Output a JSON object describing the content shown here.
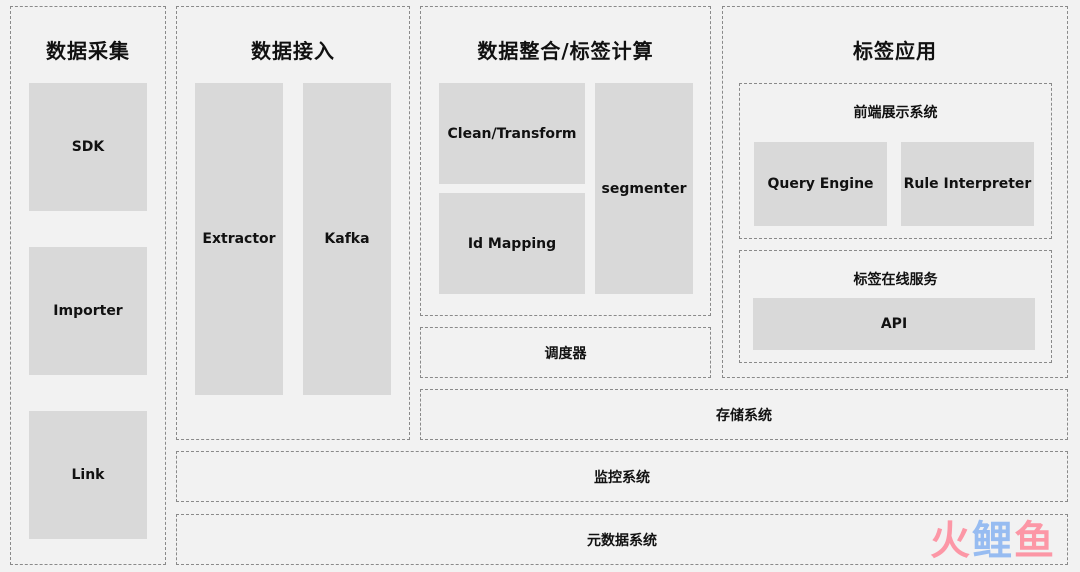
{
  "collection": {
    "title": "数据采集",
    "items": [
      "SDK",
      "Importer",
      "Link"
    ]
  },
  "ingestion": {
    "title": "数据接入",
    "items": [
      "Extractor",
      "Kafka"
    ]
  },
  "integration": {
    "title": "数据整合/标签计算",
    "clean": "Clean/Transform",
    "idmap": "Id Mapping",
    "segmenter": "segmenter"
  },
  "application": {
    "title": "标签应用",
    "frontend": {
      "title": "前端展示系统",
      "items": [
        "Query Engine",
        "Rule Interpreter"
      ]
    },
    "online": {
      "title": "标签在线服务",
      "api": "API"
    }
  },
  "scheduler": "调度器",
  "storage": "存储系统",
  "monitoring": "监控系统",
  "metadata": "元数据系统",
  "watermark": {
    "part1": "火",
    "part2": "鲤",
    "part3": "鱼"
  },
  "colors": {
    "background": "#f2f2f2",
    "box_fill": "#d9d9d9",
    "border": "#8a8a8a"
  }
}
